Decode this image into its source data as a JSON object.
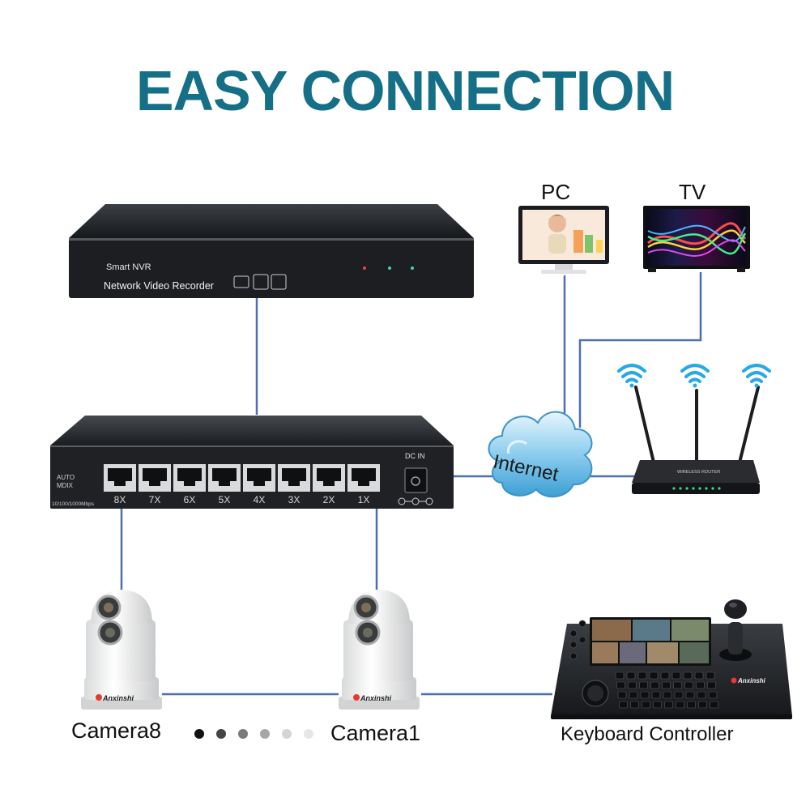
{
  "title": "EASY CONNECTION",
  "colors": {
    "title": "#156f86",
    "cable": "#4a6fb5",
    "device": "#1f2226",
    "cloud": "#5bb2df",
    "wifi": "#29a8e6"
  },
  "nvr": {
    "brand": "Smart NVR",
    "model": "Network Video Recorder"
  },
  "switch": {
    "auto_label": "AUTO",
    "mdix_label": "MDIX",
    "speed_label": "10/100/1000Mbps",
    "dc_label": "DC IN",
    "ports": [
      "8X",
      "7X",
      "6X",
      "5X",
      "4X",
      "3X",
      "2X",
      "1X"
    ]
  },
  "cloud": {
    "label": "Internet"
  },
  "router": {
    "label": "WIRELESS ROUTER"
  },
  "pc": {
    "label": "PC"
  },
  "tv": {
    "label": "TV"
  },
  "cameras": [
    {
      "label": "Camera8",
      "brand": "Anxinshi"
    },
    {
      "label": "Camera1",
      "brand": "Anxinshi"
    }
  ],
  "keyboard": {
    "label": "Keyboard Controller",
    "brand": "Anxinshi"
  },
  "dots": [
    "#111111",
    "#444444",
    "#7a7a7a",
    "#a6a6a6",
    "#d4d4d4",
    "#e6e6e6"
  ]
}
